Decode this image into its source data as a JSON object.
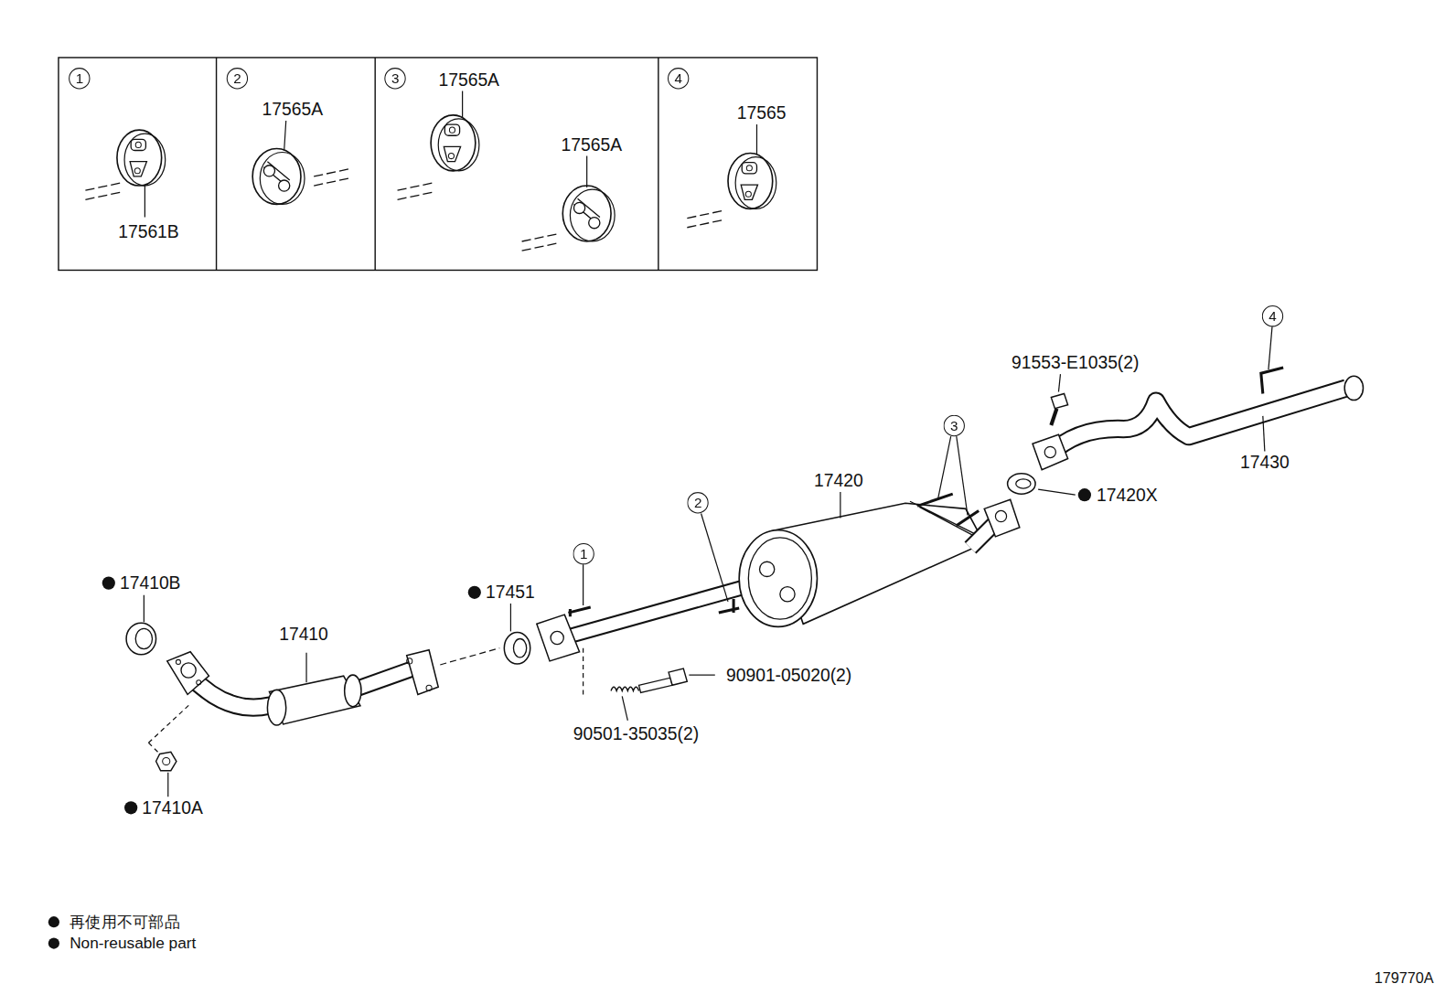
{
  "diagram": {
    "nodes": [
      {
        "text": [
          "17561B"
        ]
      },
      {
        "text": [
          "1"
        ],
        "in": 0
      },
      {
        "text": [
          "17565A"
        ]
      },
      {
        "text": [
          "2"
        ],
        "in": 2
      },
      {
        "text": [
          "17565A",
          "17565A"
        ]
      },
      {
        "text": [
          "3"
        ],
        "in": 4
      },
      {
        "text": [
          "17565"
        ]
      },
      {
        "text": [
          "4"
        ],
        "in": 6
      },
      {
        "text": [
          "4"
        ]
      },
      {
        "text": [
          "3"
        ]
      },
      {
        "text": [
          "2"
        ]
      },
      {
        "text": [
          "1"
        ]
      }
    ],
    "labels": [
      "91553-E1035(2)",
      "17430",
      "17420",
      "17420X",
      "17451",
      "17410B",
      "17410",
      "90901-05020(2)",
      "90501-35035(2)",
      "17410A",
      "179770A"
    ],
    "legend": [
      {
        "text": "再使用不可部品"
      },
      {
        "text": "Non-reusable part"
      }
    ]
  }
}
